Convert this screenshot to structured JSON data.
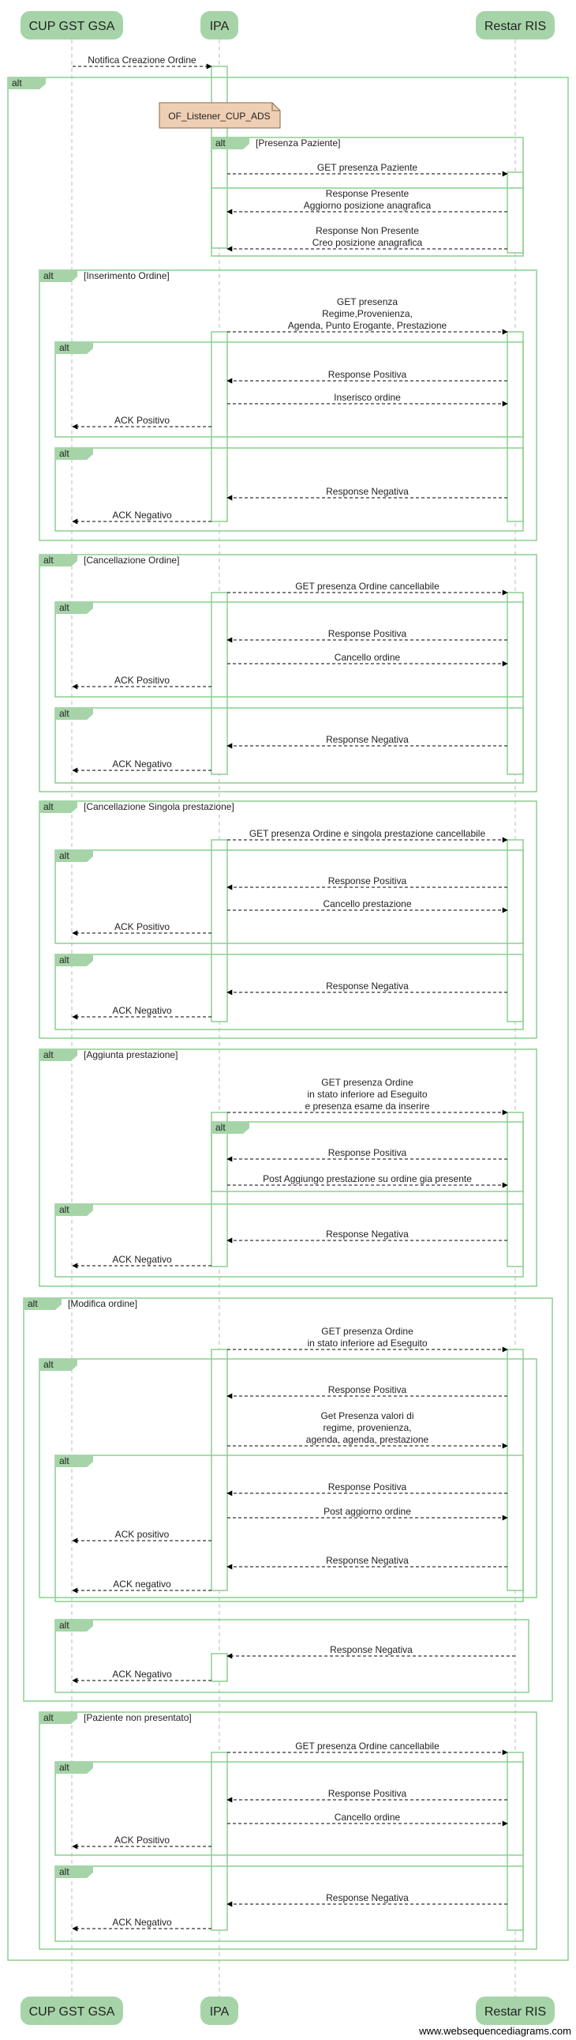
{
  "participants": [
    "CUP GST GSA",
    "IPA",
    "Restar RIS"
  ],
  "listener_note": "OF_Listener_CUP_ADS",
  "footer": "www.websequencediagrams.com",
  "alt_keyword": "alt",
  "guards": {
    "presenza_paziente": "[Presenza Paziente]",
    "inserimento": "[Inserimento Ordine]",
    "cancellazione": "[Cancellazione Ordine]",
    "cancellazione_singola": "[Cancellazione Singola prestazione]",
    "aggiunta": "[Aggiunta prestazione]",
    "modifica": "[Modifica ordine]",
    "non_presentato": "[Paziente non presentato]"
  },
  "messages": {
    "notifica": "Notifica Creazione Ordine",
    "get_paziente": "GET presenza Paziente",
    "resp_presente": [
      "Response Presente",
      "Aggiorno posizione anagrafica"
    ],
    "resp_non_presente": [
      "Response Non Presente",
      "Creo posizione anagrafica"
    ],
    "get_regime": [
      "GET presenza",
      "Regime,Provenienza,",
      "Agenda, Punto Erogante, Prestazione"
    ],
    "response_positiva": "Response Positiva",
    "response_negativa": "Response Negativa",
    "inserisco_ordine": "Inserisco ordine",
    "ack_positivo": "ACK Positivo",
    "ack_negativo": "ACK Negativo",
    "ack_positivo_lc": "ACK positivo",
    "ack_negativo_lc": "ACK negativo",
    "get_cancellabile": "GET presenza Ordine cancellabile",
    "cancello_ordine": "Cancello ordine",
    "get_ordine_singola": "GET presenza Ordine e singola prestazione cancellabile",
    "cancello_prestazione": "Cancello prestazione",
    "get_eseguito_esame": [
      "GET presenza Ordine",
      "in stato inferiore ad Eseguito",
      "e presenza esame da inserire"
    ],
    "post_aggiungo": "Post Aggiungo prestazione su ordine gia presente",
    "get_eseguito": [
      "GET presenza Ordine",
      "in stato inferiore ad Eseguito"
    ],
    "get_valori": [
      "Get Presenza valori di",
      "regime, provenienza,",
      "agenda, agenda, prestazione"
    ],
    "post_aggiorno": "Post aggiorno ordine",
    "cancello_ordine_lc": "Cancello ordine"
  }
}
